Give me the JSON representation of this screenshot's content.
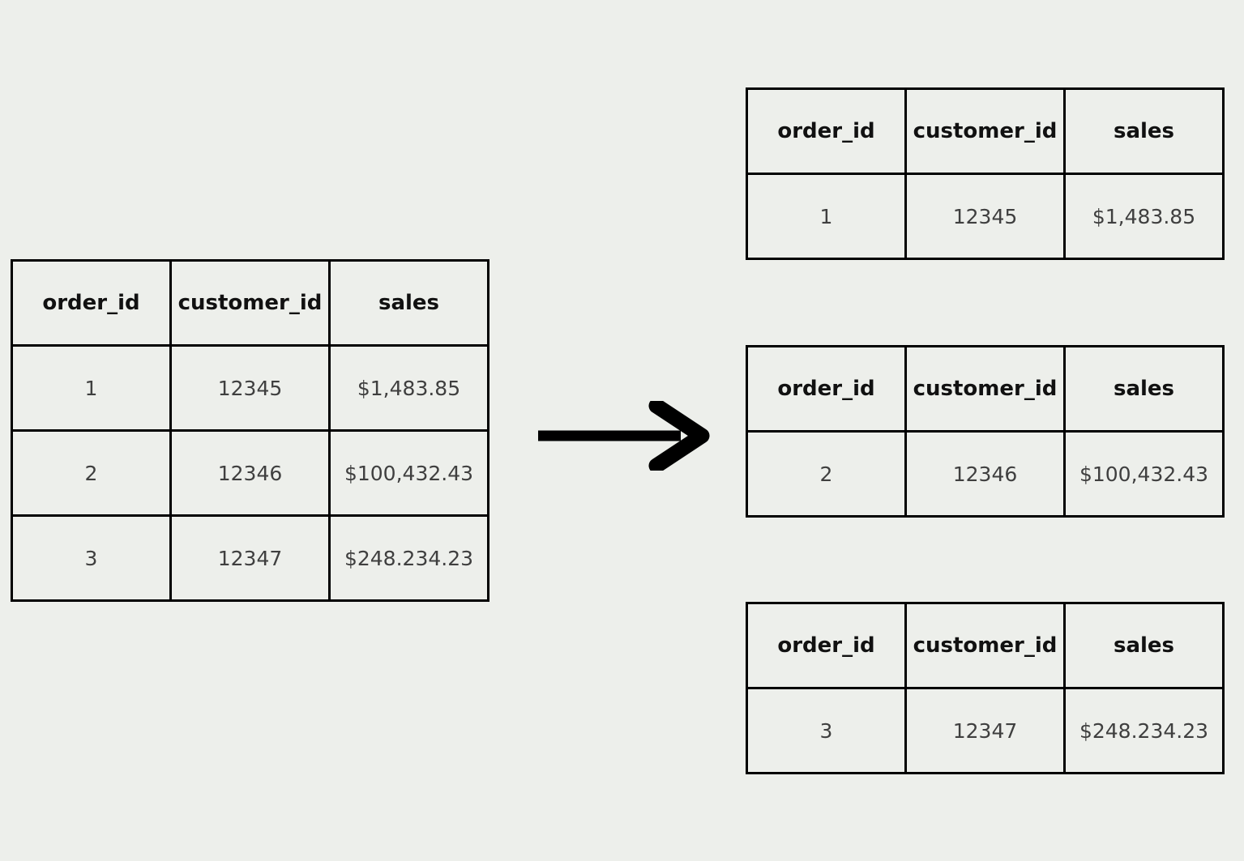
{
  "page": {
    "background_color": "#edefeb",
    "border_color": "#000000",
    "header_text_color": "#111111",
    "cell_text_color": "#3f3f3f"
  },
  "source_table": {
    "headers": [
      "order_id",
      "customer_id",
      "sales"
    ],
    "rows": [
      [
        "1",
        "12345",
        "$1,483.85"
      ],
      [
        "2",
        "12346",
        "$100,432.43"
      ],
      [
        "3",
        "12347",
        "$248.234.23"
      ]
    ]
  },
  "arrow": {
    "direction": "right",
    "color": "#000000"
  },
  "result_tables": [
    {
      "headers": [
        "order_id",
        "customer_id",
        "sales"
      ],
      "rows": [
        [
          "1",
          "12345",
          "$1,483.85"
        ]
      ]
    },
    {
      "headers": [
        "order_id",
        "customer_id",
        "sales"
      ],
      "rows": [
        [
          "2",
          "12346",
          "$100,432.43"
        ]
      ]
    },
    {
      "headers": [
        "order_id",
        "customer_id",
        "sales"
      ],
      "rows": [
        [
          "3",
          "12347",
          "$248.234.23"
        ]
      ]
    }
  ]
}
